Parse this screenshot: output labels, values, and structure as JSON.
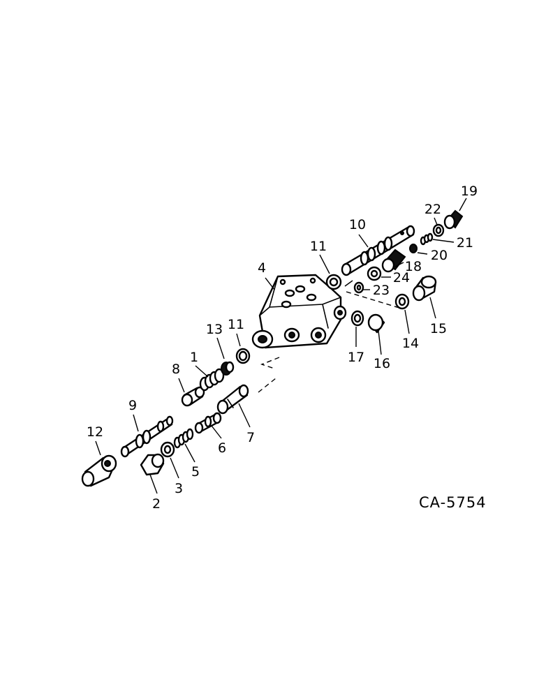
{
  "diagram": {
    "drawing_code": "CA-5754",
    "callouts": [
      "1",
      "2",
      "3",
      "4",
      "5",
      "6",
      "7",
      "8",
      "9",
      "10",
      "11",
      "11",
      "12",
      "13",
      "14",
      "15",
      "16",
      "17",
      "18",
      "19",
      "20",
      "21",
      "22",
      "23",
      "24"
    ]
  }
}
